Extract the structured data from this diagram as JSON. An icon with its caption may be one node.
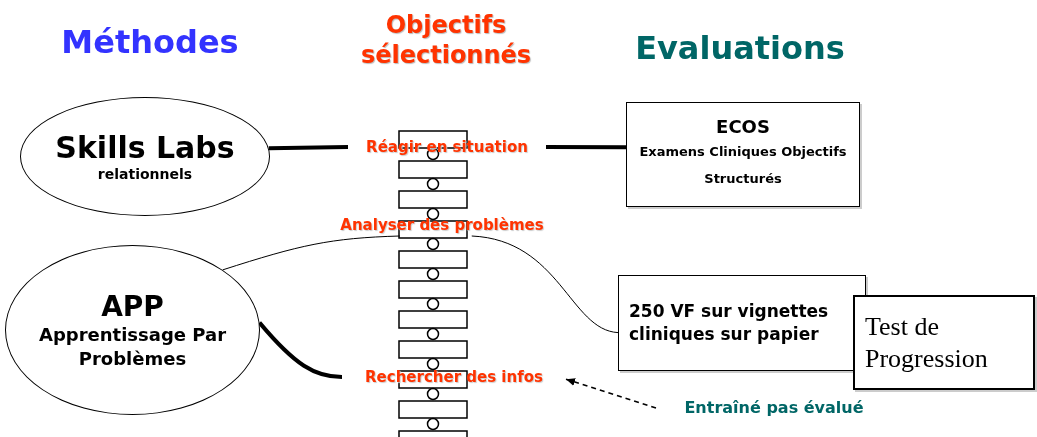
{
  "diagram": {
    "nodes": [
      {
        "text": [
          "Skills Labs",
          "relationnels"
        ]
      },
      {
        "text": [
          "APP",
          "Apprentissage Par Problèmes"
        ]
      },
      {
        "text": [
          "Réagir en situation"
        ]
      },
      {
        "text": [
          "Analyser des problèmes"
        ]
      },
      {
        "text": [
          "Rechercher des infos"
        ]
      },
      {
        "text": [
          "ECOS",
          "Examens Cliniques Objectifs Structurés"
        ]
      },
      {
        "text": [
          "250 VF sur vignettes cliniques sur papier"
        ]
      },
      {
        "text": [
          "Test de Progression"
        ]
      },
      {
        "text": [
          "Entraîné pas évalué"
        ]
      }
    ],
    "edges": [
      {
        "from": 0,
        "to": 2,
        "arrow": "none",
        "style": "thick"
      },
      {
        "from": 2,
        "to": 5,
        "arrow": "none",
        "style": "thick"
      },
      {
        "from": 1,
        "to": 3,
        "arrow": "none"
      },
      {
        "from": 3,
        "to": 6,
        "arrow": "none"
      },
      {
        "from": 1,
        "to": 4,
        "arrow": "none",
        "style": "thick"
      },
      {
        "from": 8,
        "to": 4,
        "arrow": "to",
        "style": "dashed"
      }
    ],
    "labels": [
      "Méthodes",
      "Objectifs sélectionnés",
      "Evaluations"
    ]
  }
}
